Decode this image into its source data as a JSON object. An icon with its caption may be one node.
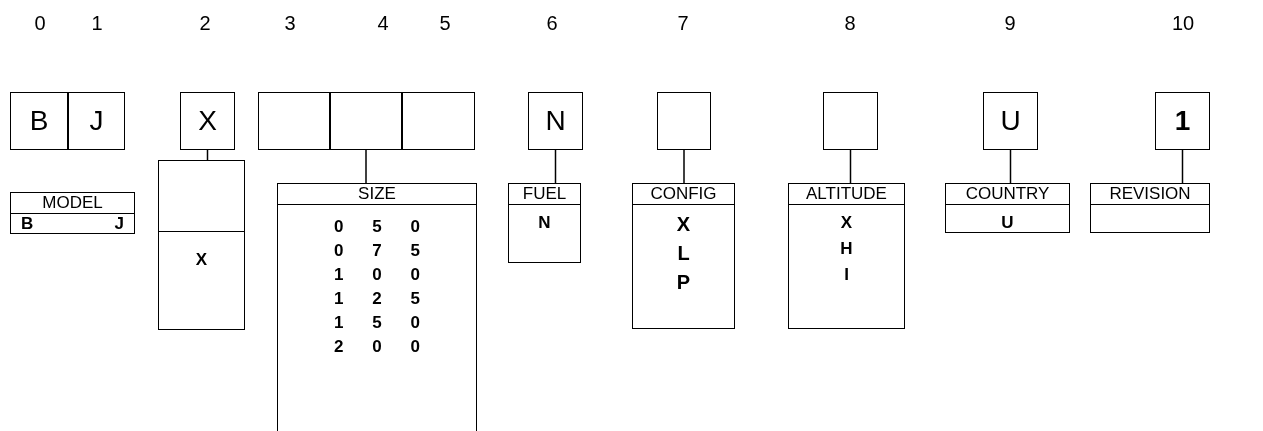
{
  "diagram": {
    "nodes": [
      {
        "text": [
          "B"
        ]
      },
      {
        "text": [
          "J"
        ]
      },
      {
        "text": [
          "X"
        ]
      },
      {
        "text": [],
        "shape": "box"
      },
      {
        "text": [],
        "shape": "box"
      },
      {
        "text": [],
        "shape": "box"
      },
      {
        "text": [
          "N"
        ]
      },
      {
        "text": [],
        "shape": "box"
      },
      {
        "text": [],
        "shape": "box"
      },
      {
        "text": [
          "U"
        ]
      },
      {
        "text": [
          "1"
        ]
      },
      {
        "text": [
          "MODEL",
          "B",
          "J"
        ]
      },
      {
        "text": [
          "X"
        ]
      },
      {
        "text": [
          "SIZE",
          "0 5 0",
          "0 7 5",
          "1 0 0",
          "1 2 5",
          "1 5 0",
          "2 0 0"
        ]
      },
      {
        "text": [
          "FUEL",
          "N"
        ]
      },
      {
        "text": [
          "CONFIG",
          "X",
          "L",
          "P"
        ]
      },
      {
        "text": [
          "ALTITUDE",
          "X",
          "H",
          "I"
        ]
      },
      {
        "text": [
          "COUNTRY",
          "U"
        ]
      },
      {
        "text": [
          "REVISION"
        ]
      }
    ],
    "edges": [
      {
        "from": 2,
        "to": 12,
        "arrow": "none"
      },
      {
        "from": 4,
        "to": 13,
        "arrow": "none"
      },
      {
        "from": 6,
        "to": 14,
        "arrow": "none"
      },
      {
        "from": 7,
        "to": 15,
        "arrow": "none"
      },
      {
        "from": 8,
        "to": 16,
        "arrow": "none"
      },
      {
        "from": 9,
        "to": 17,
        "arrow": "none"
      },
      {
        "from": 10,
        "to": 18,
        "arrow": "none"
      }
    ],
    "labels": [
      "0",
      "1",
      "2",
      "3",
      "4",
      "5",
      "6",
      "7",
      "8",
      "9",
      "10"
    ]
  }
}
